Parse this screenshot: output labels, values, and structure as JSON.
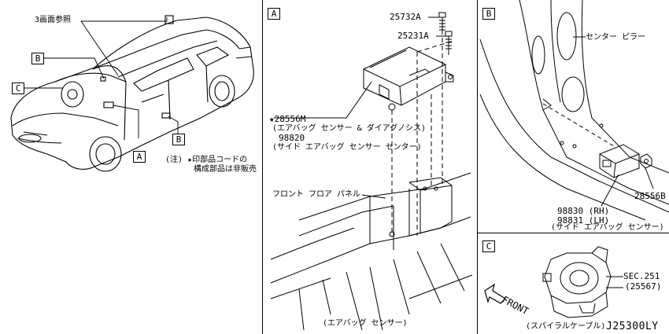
{
  "panel_labels": {
    "a": "A",
    "b": "B",
    "c": "C"
  },
  "overview": {
    "ref_note": "3画面参照",
    "callout_a": "A",
    "callout_b": "B",
    "callout_c": "C",
    "callout_b_lower": "B",
    "callout_a_lower": "A",
    "note_line1": "(注) ★印部品コードの",
    "note_line2": "構成部品は非販売"
  },
  "panel_a": {
    "bolt_1": "25732A",
    "bolt_2": "25231A",
    "sensor_part": "★28556M",
    "sensor_desc1": "(エアバッグ センサー & ダイアグノシス)",
    "sensor_part2": "98820",
    "sensor_desc2": "(サイド エアバッグ センサー センター)",
    "floor_panel": "フロント フロア パネル",
    "caption": "(エアバッグ センサー)"
  },
  "panel_b": {
    "pillar": "センター ピラー",
    "nut": "28556B",
    "rh": "98830 (RH)",
    "lh": "98831 (LH)",
    "caption": "(サイド エアバッグ センサー)"
  },
  "panel_c": {
    "sec": "SEC.251",
    "sec_part": "(25567)",
    "front": "FRONT",
    "caption": "(スパイラルケーブル)"
  },
  "diagram_code": "J25300LY"
}
